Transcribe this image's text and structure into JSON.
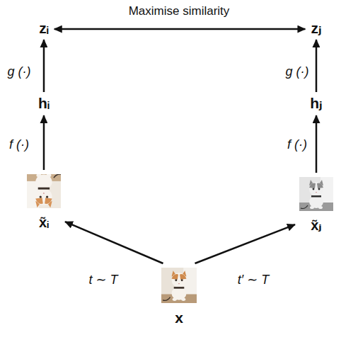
{
  "diagram": {
    "nodes": [
      {
        "text": [
          "zᵢ"
        ]
      },
      {
        "text": [
          "zⱼ"
        ]
      },
      {
        "text": [
          "hᵢ"
        ]
      },
      {
        "text": [
          "hⱼ"
        ]
      },
      {
        "text": [
          "x̃ᵢ"
        ]
      },
      {
        "text": [
          "x̃ⱼ"
        ]
      },
      {
        "text": [
          "x"
        ]
      }
    ],
    "edges": [
      {
        "from": 0,
        "to": 1,
        "arrow": "both",
        "label": "Maximise similarity"
      },
      {
        "from": 2,
        "to": 0,
        "arrow": "to",
        "label": "g (·)"
      },
      {
        "from": 3,
        "to": 1,
        "arrow": "to",
        "label": "g (·)"
      },
      {
        "from": 4,
        "to": 2,
        "arrow": "to",
        "label": "f (·)"
      },
      {
        "from": 5,
        "to": 3,
        "arrow": "to",
        "label": "f (·)"
      },
      {
        "from": 6,
        "to": 4,
        "arrow": "to",
        "label": "t ∼ T"
      },
      {
        "from": 6,
        "to": 5,
        "arrow": "to",
        "label": "t′ ∼ T"
      }
    ]
  }
}
